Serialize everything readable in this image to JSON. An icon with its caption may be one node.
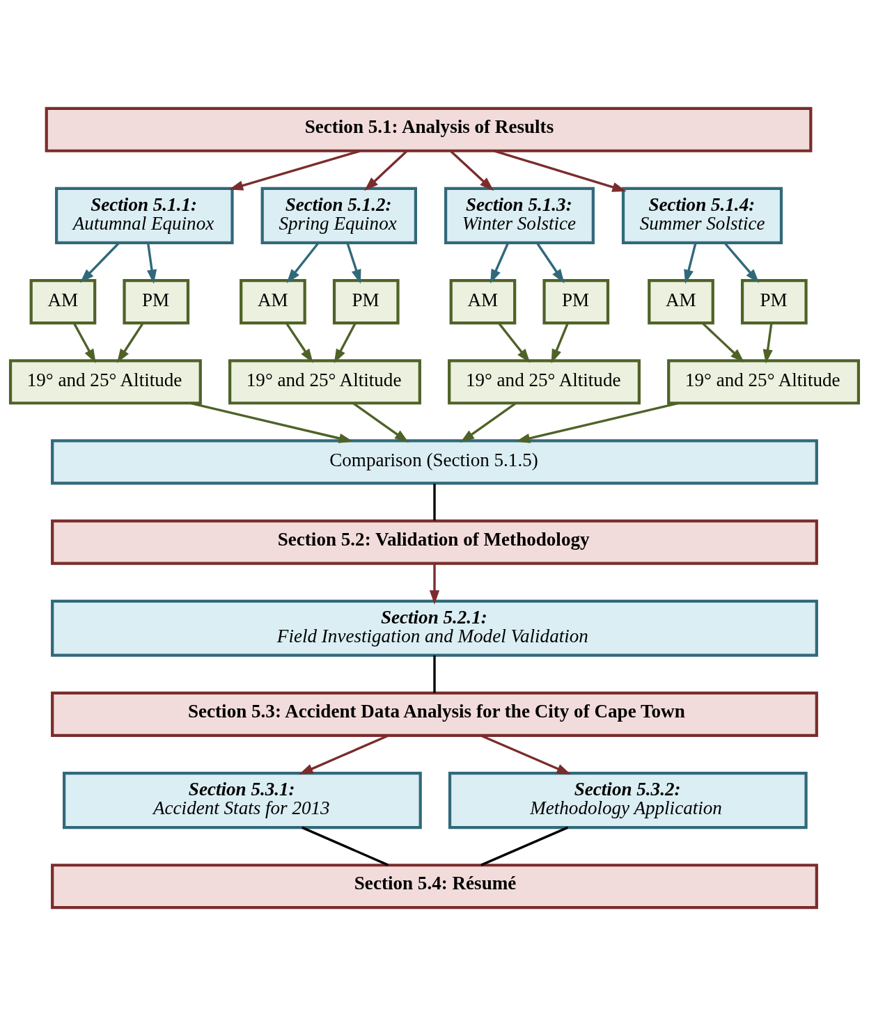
{
  "diagram": {
    "nodes": [
      {
        "text": [
          "Section 5.1: Analysis of Results"
        ]
      },
      {
        "text": [
          "Section 5.1.1:",
          "Autumnal Equinox"
        ]
      },
      {
        "text": [
          "Section 5.1.2:",
          "Spring Equinox"
        ]
      },
      {
        "text": [
          "Section 5.1.3:",
          "Winter Solstice"
        ]
      },
      {
        "text": [
          "Section 5.1.4:",
          "Summer Solstice"
        ]
      },
      {
        "text": [
          "AM"
        ]
      },
      {
        "text": [
          "PM"
        ]
      },
      {
        "text": [
          "AM"
        ]
      },
      {
        "text": [
          "PM"
        ]
      },
      {
        "text": [
          "AM"
        ]
      },
      {
        "text": [
          "PM"
        ]
      },
      {
        "text": [
          "AM"
        ]
      },
      {
        "text": [
          "PM"
        ]
      },
      {
        "text": [
          "19° and 25° Altitude"
        ]
      },
      {
        "text": [
          "19° and 25° Altitude"
        ]
      },
      {
        "text": [
          "19° and 25° Altitude"
        ]
      },
      {
        "text": [
          "19° and 25° Altitude"
        ]
      },
      {
        "text": [
          "Comparison (Section 5.1.5)"
        ]
      },
      {
        "text": [
          "Section 5.2: Validation of Methodology"
        ]
      },
      {
        "text": [
          "Section 5.2.1:",
          "Field Investigation and Model Validation"
        ]
      },
      {
        "text": [
          "Section 5.3: Accident Data Analysis for the City of Cape Town"
        ]
      },
      {
        "text": [
          "Section 5.3.1:",
          "Accident Stats for 2013"
        ]
      },
      {
        "text": [
          "Section 5.3.2:",
          "Methodology Application"
        ]
      },
      {
        "text": [
          "Section 5.4: Résumé"
        ]
      }
    ],
    "edges": [
      {
        "from": 0,
        "to": 1,
        "arrow": "to",
        "color": "#7b2c2c"
      },
      {
        "from": 0,
        "to": 2,
        "arrow": "to",
        "color": "#7b2c2c"
      },
      {
        "from": 0,
        "to": 3,
        "arrow": "to",
        "color": "#7b2c2c"
      },
      {
        "from": 0,
        "to": 4,
        "arrow": "to",
        "color": "#7b2c2c"
      },
      {
        "from": 1,
        "to": 5,
        "arrow": "to",
        "color": "#31697a"
      },
      {
        "from": 1,
        "to": 6,
        "arrow": "to",
        "color": "#31697a"
      },
      {
        "from": 2,
        "to": 7,
        "arrow": "to",
        "color": "#31697a"
      },
      {
        "from": 2,
        "to": 8,
        "arrow": "to",
        "color": "#31697a"
      },
      {
        "from": 3,
        "to": 9,
        "arrow": "to",
        "color": "#31697a"
      },
      {
        "from": 3,
        "to": 10,
        "arrow": "to",
        "color": "#31697a"
      },
      {
        "from": 4,
        "to": 11,
        "arrow": "to",
        "color": "#31697a"
      },
      {
        "from": 4,
        "to": 12,
        "arrow": "to",
        "color": "#31697a"
      },
      {
        "from": 5,
        "to": 13,
        "arrow": "to"
      },
      {
        "from": 6,
        "to": 13,
        "arrow": "to"
      },
      {
        "from": 7,
        "to": 14,
        "arrow": "to"
      },
      {
        "from": 8,
        "to": 14,
        "arrow": "to"
      },
      {
        "from": 9,
        "to": 15,
        "arrow": "to"
      },
      {
        "from": 10,
        "to": 15,
        "arrow": "to"
      },
      {
        "from": 11,
        "to": 16,
        "arrow": "to"
      },
      {
        "from": 12,
        "to": 16,
        "arrow": "to"
      },
      {
        "from": 13,
        "to": 17,
        "arrow": "to"
      },
      {
        "from": 14,
        "to": 17,
        "arrow": "to"
      },
      {
        "from": 15,
        "to": 17,
        "arrow": "to"
      },
      {
        "from": 16,
        "to": 17,
        "arrow": "to"
      },
      {
        "from": 17,
        "to": 18,
        "arrow": "none",
        "color": "#000000"
      },
      {
        "from": 18,
        "to": 19,
        "arrow": "to",
        "color": "#7b2c2c"
      },
      {
        "from": 19,
        "to": 20,
        "arrow": "none",
        "color": "#000000"
      },
      {
        "from": 20,
        "to": 21,
        "arrow": "to",
        "color": "#7b2c2c"
      },
      {
        "from": 20,
        "to": 22,
        "arrow": "to",
        "color": "#7b2c2c"
      },
      {
        "from": 21,
        "to": 23,
        "arrow": "none",
        "color": "#000000"
      },
      {
        "from": 22,
        "to": 23,
        "arrow": "none",
        "color": "#000000"
      }
    ]
  }
}
